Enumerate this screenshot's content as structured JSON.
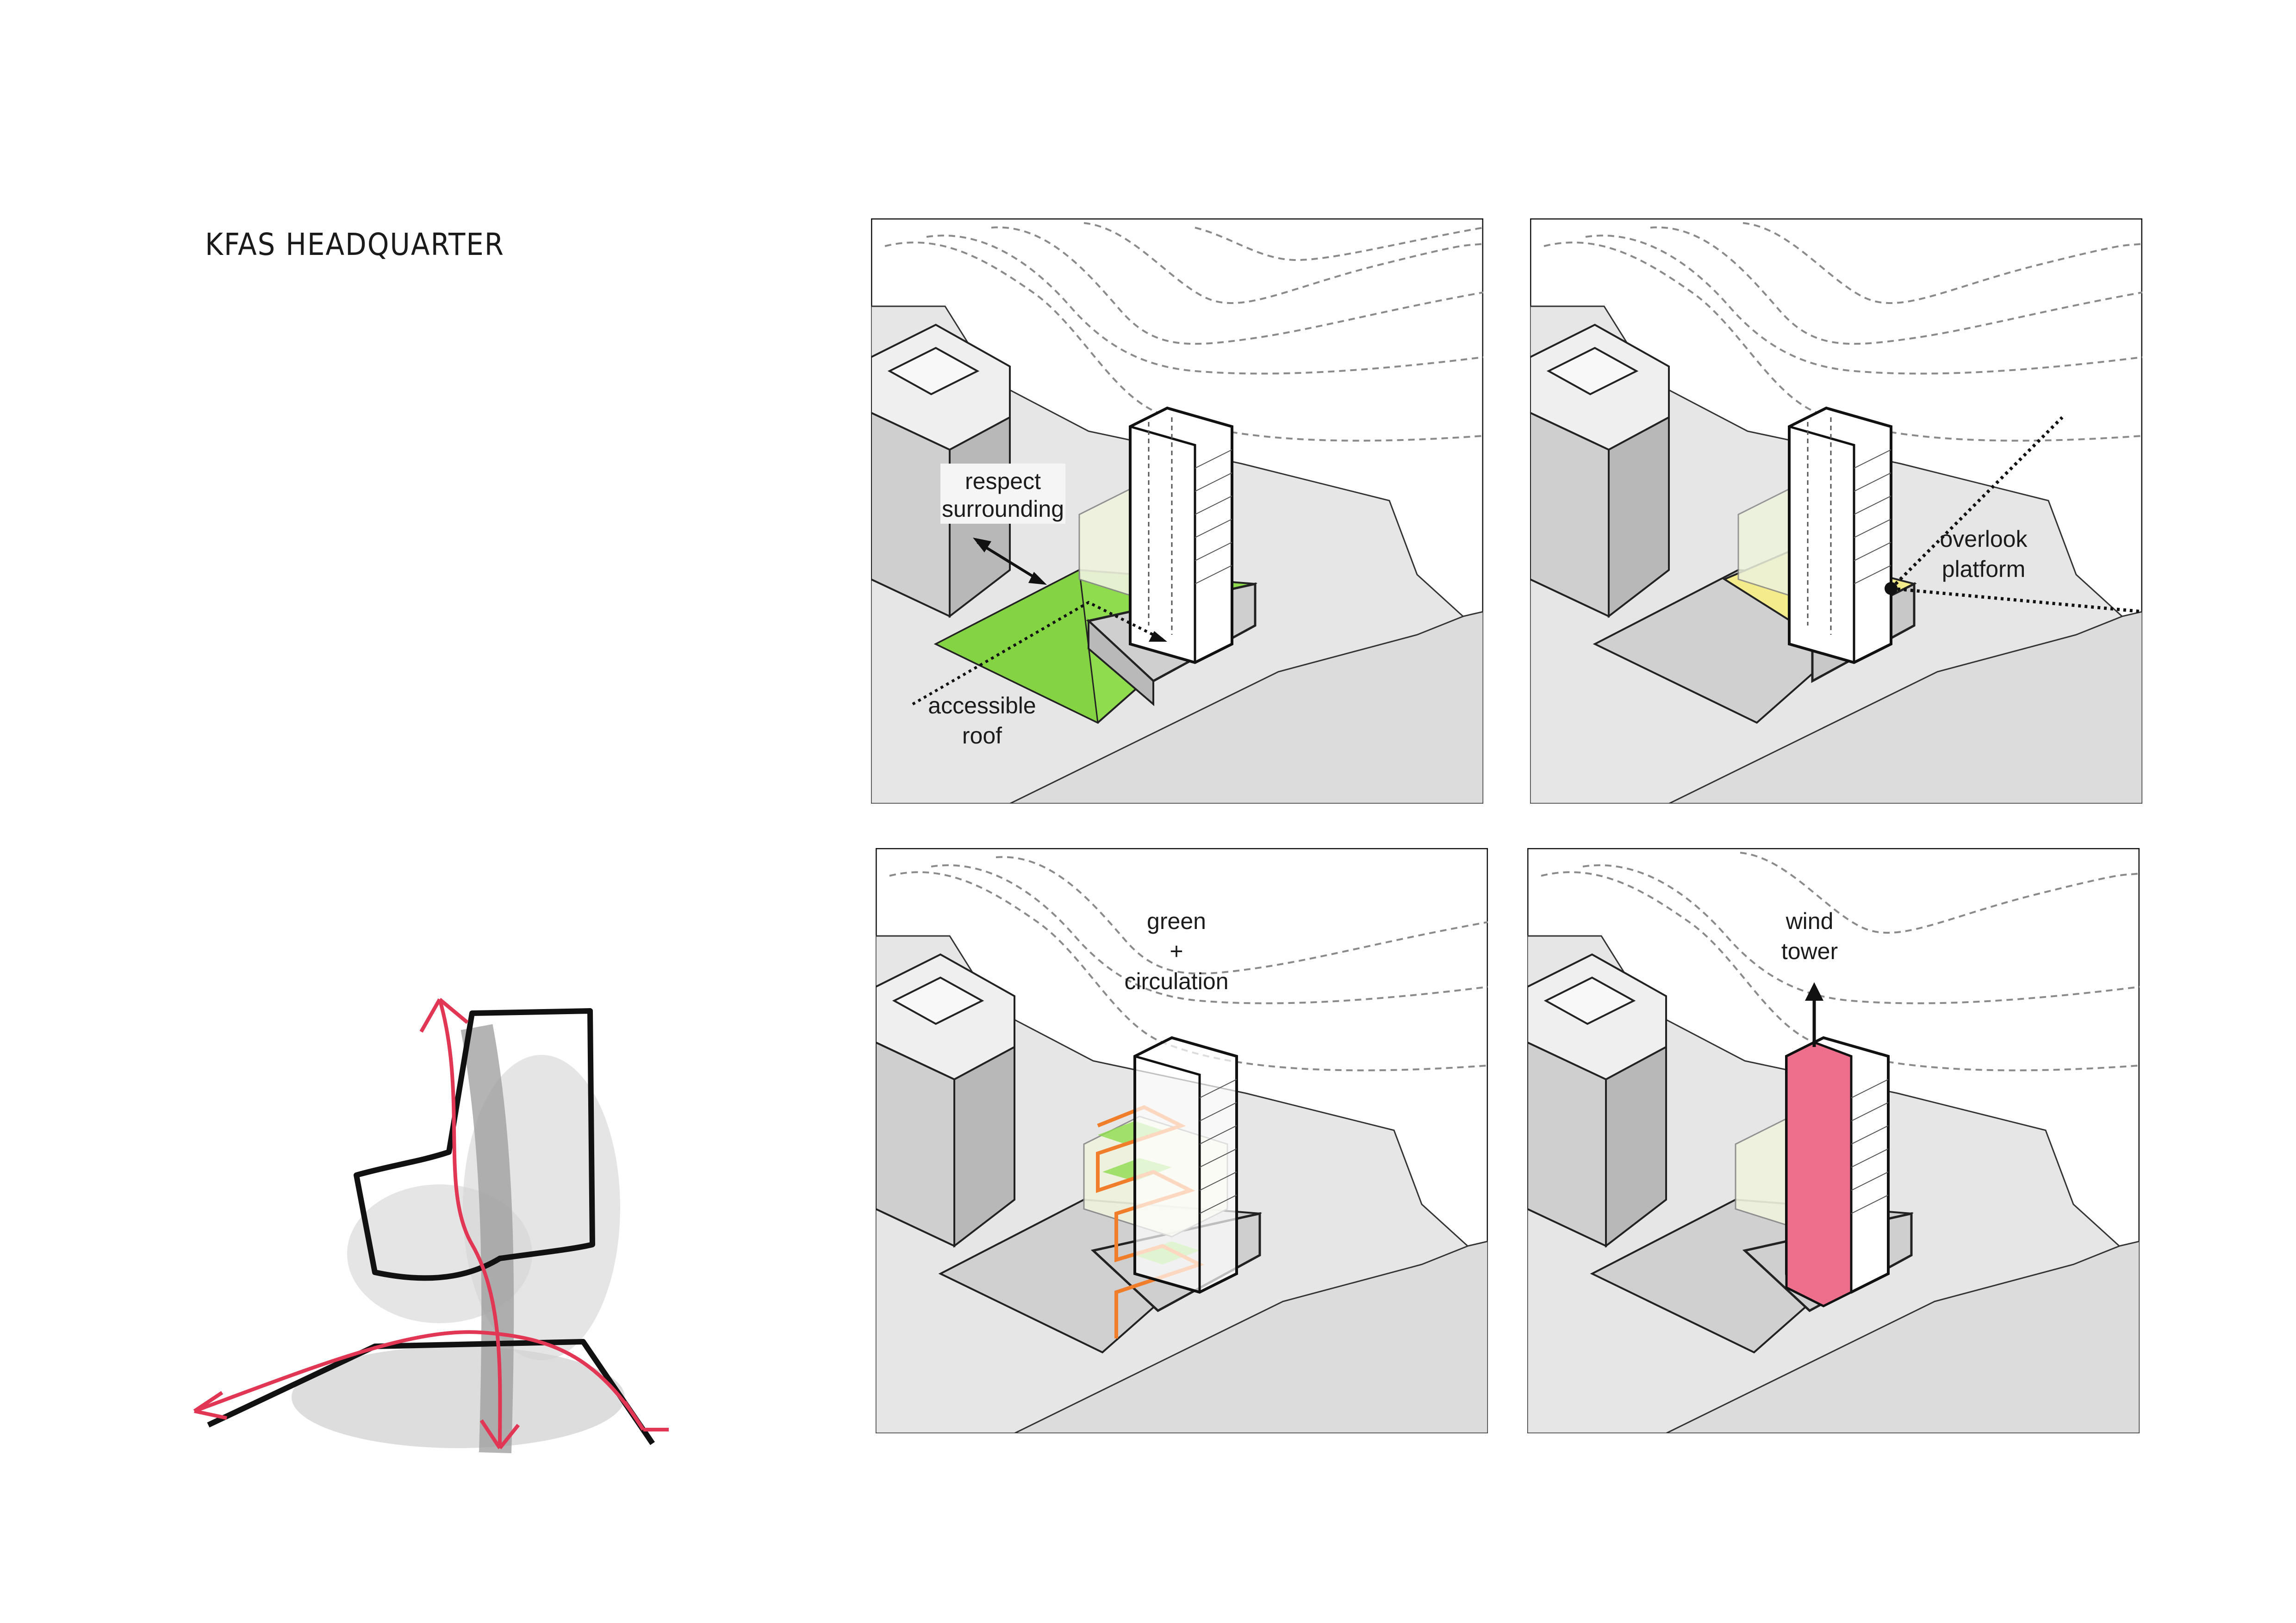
{
  "title": "KFAS HEADQUARTER",
  "colors": {
    "ground": "#e9e9e9",
    "mass": "#d2d2d2",
    "mass_dark": "#b5b5b5",
    "glass": "#eef3dd",
    "green_roof": "#8fdc4f",
    "yellow_platform": "#f4ec8a",
    "orange_path": "#f07d2a",
    "red_tower": "#ee6f8c",
    "sketch_red": "#e23655"
  },
  "panels": {
    "p1": {
      "label_a1": "respect",
      "label_a2": "surrounding",
      "label_b1": "accessible",
      "label_b2": "roof"
    },
    "p2": {
      "label_1": "overlook",
      "label_2": "platform"
    },
    "p3": {
      "label_1": "green",
      "label_2": "+",
      "label_3": "circulation"
    },
    "p4": {
      "label_1": "wind",
      "label_2": "tower"
    }
  }
}
